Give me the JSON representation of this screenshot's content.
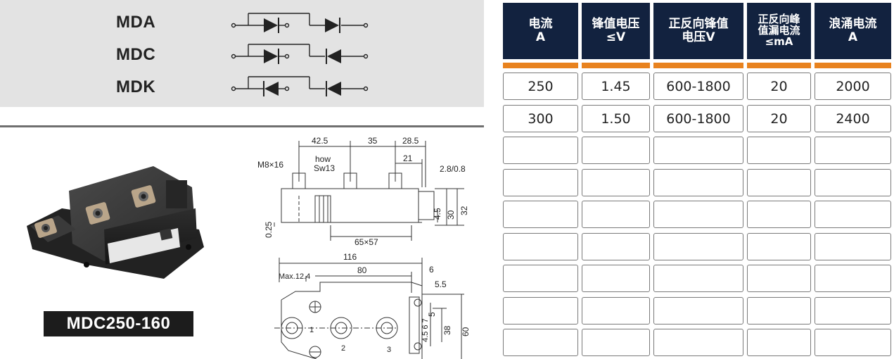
{
  "circuit_panel": {
    "variants": [
      {
        "label": "MDA"
      },
      {
        "label": "MDC"
      },
      {
        "label": "MDK"
      }
    ]
  },
  "product": {
    "model": "MDC250-160"
  },
  "drawing": {
    "labels": {
      "d_42_5": "42.5",
      "d_35": "35",
      "d_28_5": "28.5",
      "d_21": "21",
      "m8": "M8×16",
      "how": "how",
      "sw13": "Sw13",
      "d_2_8": "2.8/0.8",
      "d_4_5": "4.5",
      "d_30": "30",
      "d_32": "32",
      "d_0_25": "0.25",
      "d_65x57": "65×57",
      "d_116": "116",
      "d_80": "80",
      "max124": "Max.12.4",
      "d_6": "6",
      "d_5_5": "5.5",
      "d_567": "4.5 6 7",
      "d_5": "5",
      "d_38": "38",
      "d_60": "60",
      "t1": "1",
      "t2": "2",
      "t3": "3"
    }
  },
  "spec_table": {
    "headers": [
      {
        "lines": [
          "电流",
          "A"
        ]
      },
      {
        "lines": [
          "锋值电压",
          "≤V"
        ]
      },
      {
        "lines": [
          "正反向锋值",
          "电压V"
        ]
      },
      {
        "lines": [
          "正反向峰",
          "值漏电流",
          "≤mA"
        ]
      },
      {
        "lines": [
          "浪涌电流",
          "A"
        ]
      }
    ],
    "rows": [
      [
        "250",
        "1.45",
        "600-1800",
        "20",
        "2000"
      ],
      [
        "300",
        "1.50",
        "600-1800",
        "20",
        "2400"
      ],
      [
        "",
        "",
        "",
        "",
        ""
      ],
      [
        "",
        "",
        "",
        "",
        ""
      ],
      [
        "",
        "",
        "",
        "",
        ""
      ],
      [
        "",
        "",
        "",
        "",
        ""
      ],
      [
        "",
        "",
        "",
        "",
        ""
      ],
      [
        "",
        "",
        "",
        "",
        ""
      ],
      [
        "",
        "",
        "",
        "",
        ""
      ]
    ]
  },
  "colors": {
    "header_bg": "#12223f",
    "accent_bar": "#e8821e",
    "panel_bg": "#e3e3e3"
  }
}
